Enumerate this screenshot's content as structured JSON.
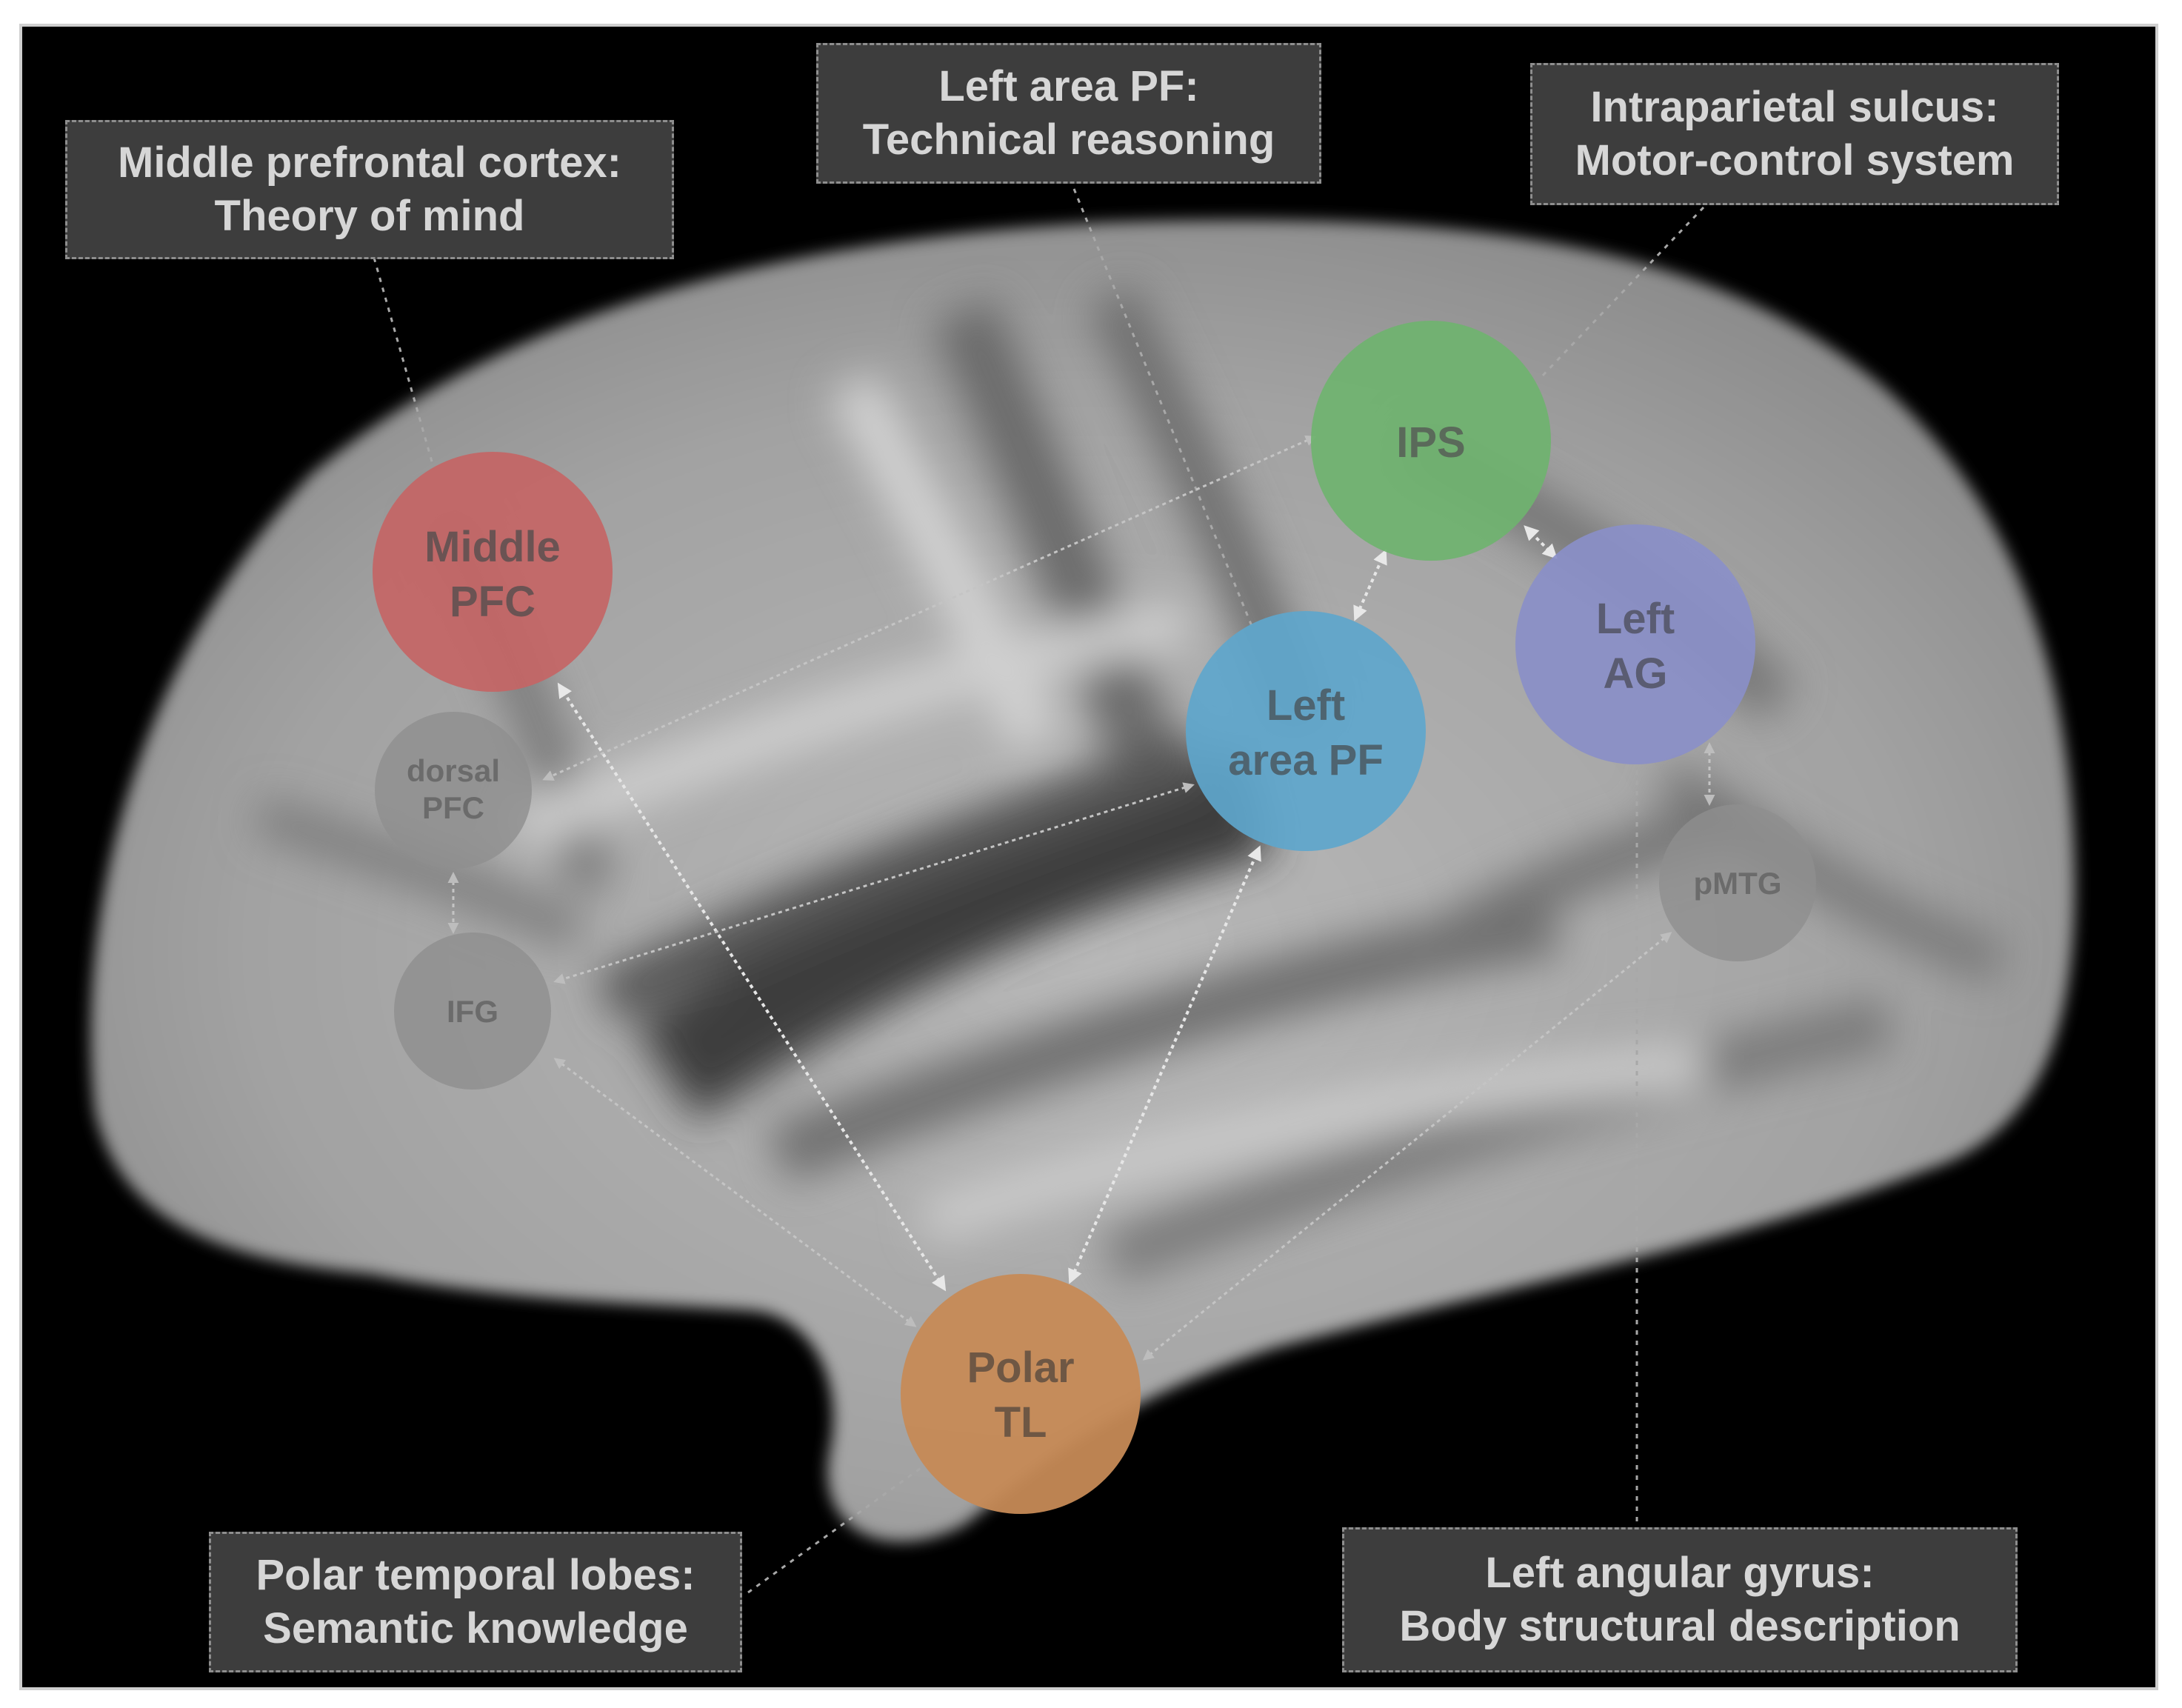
{
  "callouts": {
    "middle_pfc": {
      "line1": "Middle prefrontal cortex:",
      "line2": "Theory of mind"
    },
    "left_area_pf": {
      "line1": "Left area PF:",
      "line2": "Technical reasoning"
    },
    "ips": {
      "line1": "Intraparietal sulcus:",
      "line2": "Motor-control system"
    },
    "polar_tl": {
      "line1": "Polar temporal lobes:",
      "line2": "Semantic knowledge"
    },
    "left_ag": {
      "line1": "Left angular gyrus:",
      "line2": "Body structural description"
    }
  },
  "nodes": {
    "middle_pfc": {
      "line1": "Middle",
      "line2": "PFC",
      "color": "#c46565"
    },
    "ips": {
      "line1": "IPS",
      "color": "#6fb36f"
    },
    "left_area_pf": {
      "line1": "Left",
      "line2": "area PF",
      "color": "#5ea6cc"
    },
    "left_ag": {
      "line1": "Left",
      "line2": "AG",
      "color": "#8a8fc8"
    },
    "polar_tl": {
      "line1": "Polar",
      "line2": "TL",
      "color": "#c68a56"
    },
    "dorsal_pfc": {
      "line1": "dorsal",
      "line2": "PFC",
      "color": "#8f8f8f"
    },
    "ifg": {
      "line1": "IFG",
      "color": "#8f8f8f"
    },
    "pmtg": {
      "line1": "pMTG",
      "color": "#8f8f8f"
    }
  }
}
